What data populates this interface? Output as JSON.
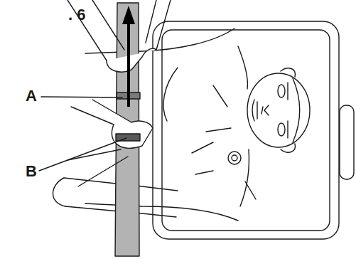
{
  "diagram": {
    "labels": [
      ". 6",
      "A",
      "B"
    ]
  }
}
